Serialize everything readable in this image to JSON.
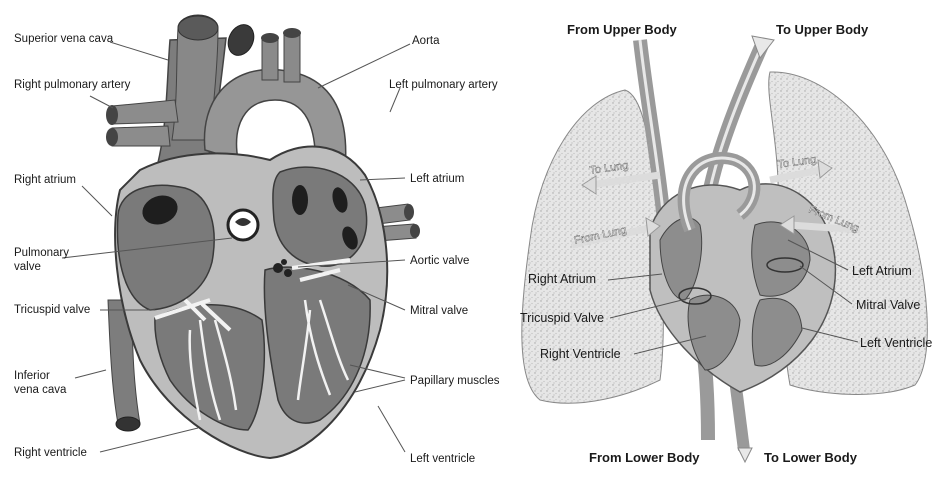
{
  "left_diagram": {
    "labels": {
      "superior_vena_cava": "Superior vena cava",
      "aorta": "Aorta",
      "right_pulmonary_artery": "Right pulmonary artery",
      "left_pulmonary_artery": "Left pulmonary artery",
      "right_atrium": "Right atrium",
      "left_atrium": "Left atrium",
      "pulmonary_valve_1": "Pulmonary",
      "pulmonary_valve_2": "valve",
      "aortic_valve": "Aortic valve",
      "tricuspid_valve": "Tricuspid valve",
      "mitral_valve": "Mitral valve",
      "inferior_vena_cava_1": "Inferior",
      "inferior_vena_cava_2": "vena cava",
      "papillary_muscles": "Papillary muscles",
      "right_ventricle": "Right ventricle",
      "left_ventricle": "Left ventricle"
    }
  },
  "right_diagram": {
    "flows": {
      "from_upper_body": "From Upper Body",
      "to_upper_body": "To Upper Body",
      "from_lower_body": "From Lower Body",
      "to_lower_body": "To Lower Body"
    },
    "lung_labels": {
      "to_lung_left": "To Lung",
      "to_lung_right": "To Lung",
      "from_lung_left": "From Lung",
      "from_lung_right": "From Lung"
    },
    "labels": {
      "right_atrium": "Right Atrium",
      "tricuspid_valve": "Tricuspid Valve",
      "right_ventricle": "Right Ventricle",
      "left_atrium": "Left Atrium",
      "mitral_valve": "Mitral Valve",
      "left_ventricle": "Left Ventricle"
    }
  }
}
